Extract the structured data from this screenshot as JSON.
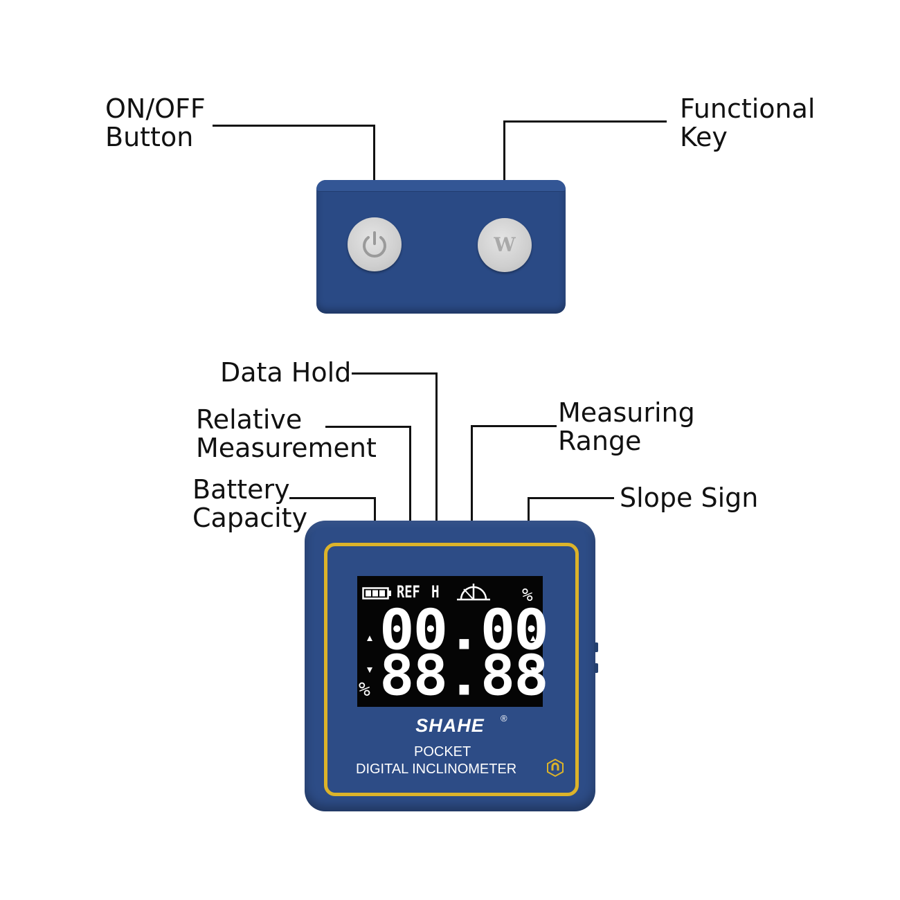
{
  "callouts": {
    "on_off": [
      "ON/OFF",
      "Button"
    ],
    "functional": [
      "Functional",
      "Key"
    ],
    "data_hold": [
      "Data Hold"
    ],
    "relative": [
      "Relative",
      "Measurement"
    ],
    "measuring_range": [
      "Measuring",
      "Range"
    ],
    "battery": [
      "Battery",
      "Capacity"
    ],
    "slope_sign": [
      "Slope Sign"
    ]
  },
  "top_device": {
    "power_button_icon": "power-icon",
    "function_button_letter": "W"
  },
  "display": {
    "ref": "REF",
    "hold": "H",
    "percent_top": "%",
    "percent_left": "%",
    "row1": "00.00",
    "row2": "88.88",
    "battery_icon": "battery-icon",
    "range_icon": "protractor-icon"
  },
  "brand": {
    "name": "SHAHE",
    "registered": "®",
    "line1": "POCKET",
    "line2": "DIGITAL INCLINOMETER"
  },
  "colors": {
    "body": "#2d4c86",
    "frame": "#dcb32a",
    "lcd": "#050505",
    "button": "#cfcfcf"
  }
}
